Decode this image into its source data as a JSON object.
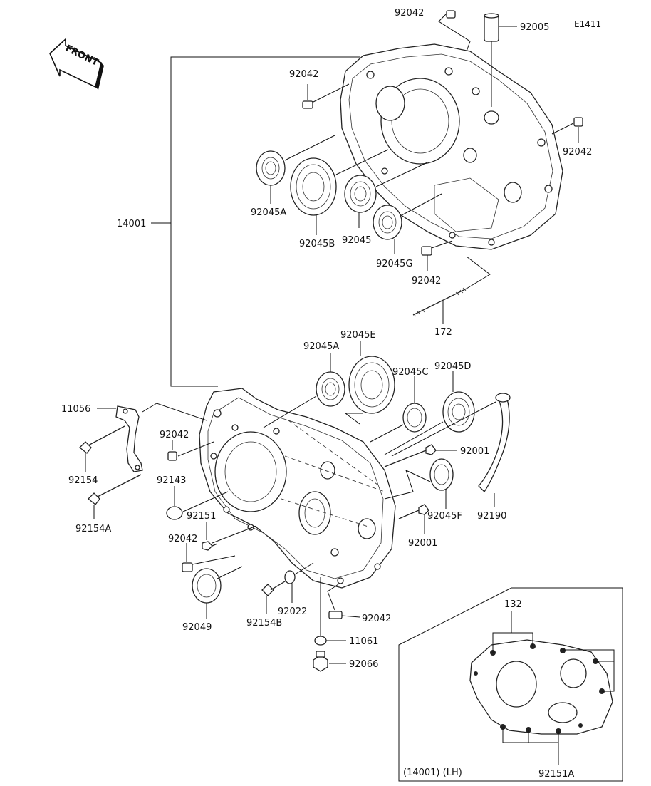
{
  "diagram_code": "E1411",
  "front_label": "FRONT",
  "parts": {
    "p92042_top": "92042",
    "p92005": "92005",
    "p92042_a": "92042",
    "p92042_right": "92042",
    "p14001": "14001",
    "p92045A_top": "92045A",
    "p92045B": "92045B",
    "p92045": "92045",
    "p92045G": "92045G",
    "p92042_mid": "92042",
    "p172": "172",
    "p92045E": "92045E",
    "p92045A_mid": "92045A",
    "p92045C": "92045C",
    "p92045D": "92045D",
    "p11056": "11056",
    "p92042_left": "92042",
    "p92001_a": "92001",
    "p92154": "92154",
    "p92143": "92143",
    "p92154A": "92154A",
    "p92151": "92151",
    "p92045F": "92045F",
    "p92190": "92190",
    "p92001_b": "92001",
    "p92042_left2": "92042",
    "p92049": "92049",
    "p92154B": "92154B",
    "p92022": "92022",
    "p92042_bottom": "92042",
    "p11061": "11061",
    "p92066": "92066",
    "p132": "132",
    "p92151A": "92151A"
  },
  "inset_caption": "(14001) (LH)"
}
